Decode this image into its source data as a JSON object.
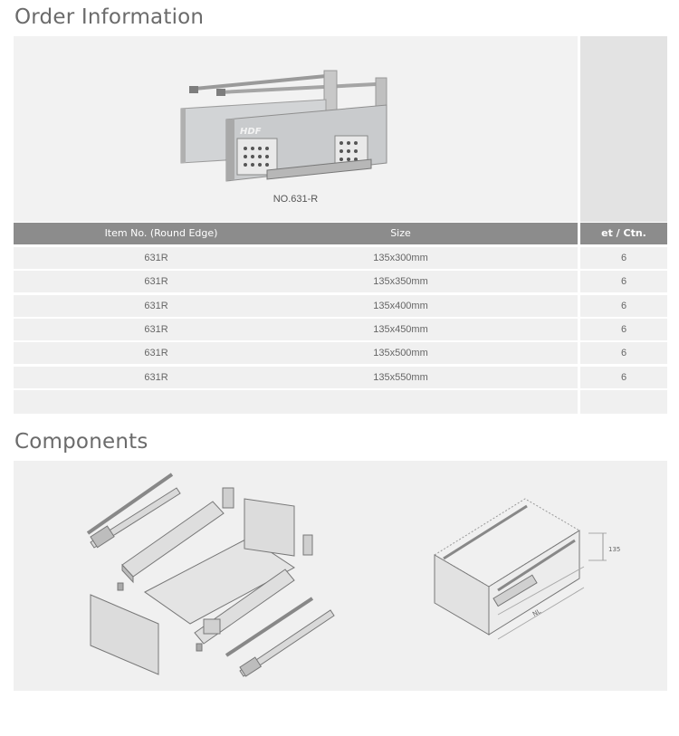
{
  "order": {
    "heading": "Order Information",
    "product_caption": "NO.631-R",
    "brand_mark": "HDF",
    "columns": [
      "Item No. (Round Edge)",
      "Size",
      "et / Ctn."
    ],
    "rows": [
      {
        "item": "631R",
        "size": "135x300mm",
        "qty": "6"
      },
      {
        "item": "631R",
        "size": "135x350mm",
        "qty": "6"
      },
      {
        "item": "631R",
        "size": "135x400mm",
        "qty": "6"
      },
      {
        "item": "631R",
        "size": "135x450mm",
        "qty": "6"
      },
      {
        "item": "631R",
        "size": "135x500mm",
        "qty": "6"
      },
      {
        "item": "631R",
        "size": "135x550mm",
        "qty": "6"
      }
    ]
  },
  "components": {
    "heading": "Components",
    "dim_labels": [
      "NL",
      "135"
    ]
  }
}
